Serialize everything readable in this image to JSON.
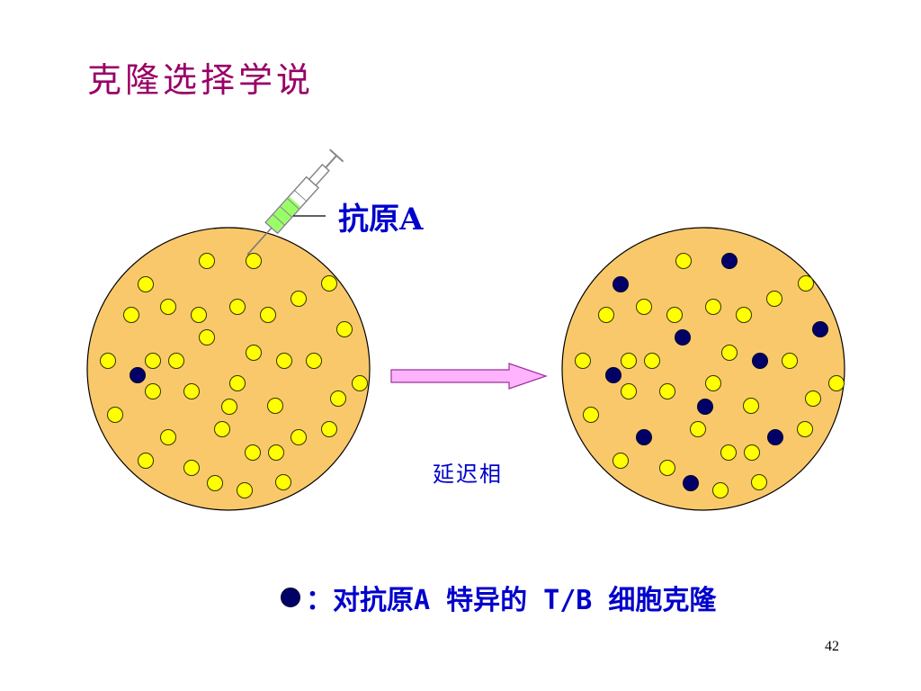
{
  "title": "克隆选择学说",
  "antigen_label": "抗原A",
  "phase_label": "延迟相",
  "legend": {
    "text": "：对抗原A 特异的 T/B 细胞克隆"
  },
  "page_number": "42",
  "colors": {
    "title": "#990066",
    "label": "#0000cc",
    "dish_fill": "#f9c86b",
    "cell_yellow": "#ffff00",
    "cell_specific": "#000066",
    "arrow_fill": "#ffb3ff",
    "syringe_liquid": "#99ff66"
  },
  "icons": [
    "syringe-icon",
    "right-arrow-icon"
  ]
}
